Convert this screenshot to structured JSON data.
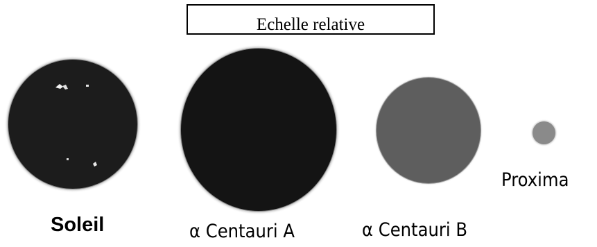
{
  "title": "Echelle relative",
  "stars": [
    {
      "id": "soleil",
      "label": "Soleil",
      "color": "#1c1c1c"
    },
    {
      "id": "alpha-centauri-a",
      "label": "α Centauri A",
      "color": "#141414"
    },
    {
      "id": "alpha-centauri-b",
      "label": "α Centauri B",
      "color": "#5e5e5e"
    },
    {
      "id": "proxima",
      "label": "Proxima",
      "color": "#8a8a8a"
    }
  ]
}
